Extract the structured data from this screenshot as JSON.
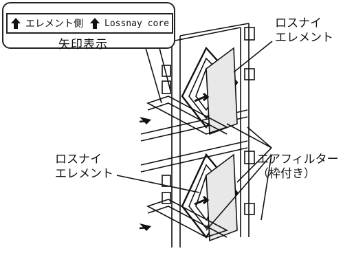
{
  "callout": {
    "element_side": "エレメント側",
    "lossnay_core": "Lossnay core",
    "caption": "矢印表示"
  },
  "labels": {
    "element_top_line1": "ロスナイ",
    "element_top_line2": "エレメント",
    "element_left_line1": "ロスナイ",
    "element_left_line2": "エレメント",
    "filter_line1": "エアフィルター",
    "filter_line2": "（枠付き）"
  },
  "icons": [
    "up-arrow-icon",
    "up-arrow-icon",
    "insert-arrow-icon"
  ]
}
